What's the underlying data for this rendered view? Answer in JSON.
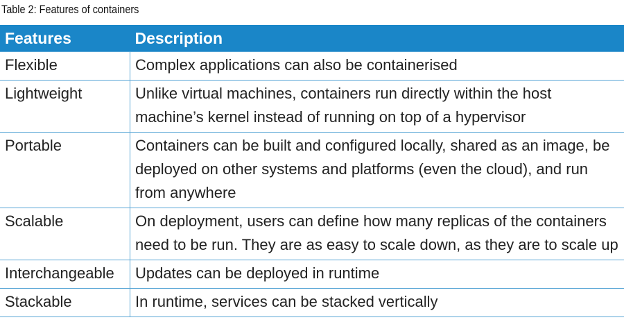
{
  "caption": "Table 2:  Features of containers",
  "headers": [
    "Features",
    "Description"
  ],
  "rows": [
    [
      "Flexible",
      "Complex applications can also be containerised"
    ],
    [
      "Lightweight",
      "Unlike virtual machines, containers run directly within the host machine’s kernel instead of running on top of a hypervisor"
    ],
    [
      "Portable",
      "Containers can be built and configured locally, shared as an image, be deployed on other systems and platforms (even the cloud), and run from anywhere"
    ],
    [
      "Scalable",
      "On deployment, users can define how many replicas of the containers need to be run. They are as easy to scale down, as they are to scale up"
    ],
    [
      "Interchangeable",
      "Updates can be deployed in runtime"
    ],
    [
      "Stackable",
      "In runtime, services can be stacked vertically"
    ]
  ],
  "colors": {
    "header": "#1a86c8",
    "border": "#5aa6d6"
  }
}
